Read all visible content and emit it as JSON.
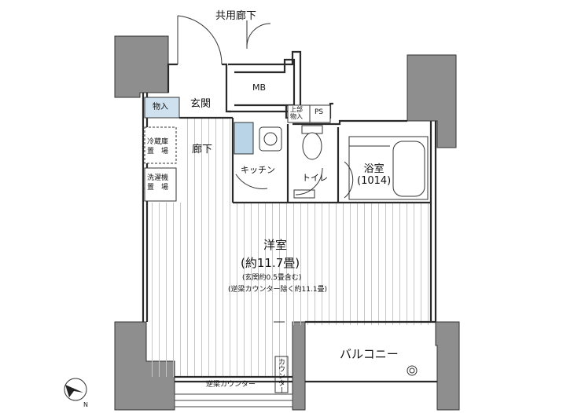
{
  "plan": {
    "labels": {
      "common_corridor": "共用廊下",
      "mb": "MB",
      "ps": "PS",
      "upper_storage": "上部\n物入",
      "storage": "物入",
      "entrance": "玄関",
      "fridge_space": "冷蔵庫\n置　場",
      "hallway": "廊下",
      "washer_space": "洗濯機\n置　場",
      "kitchen": "キッチン",
      "toilet": "トイレ",
      "bath": "浴室\n(1014)",
      "western_room": "洋室",
      "room_size": "(約11.7畳)",
      "note_1": "(玄関約0.5畳含む)",
      "note_2": "(逆梁カウンター除く約11.1畳)",
      "balcony": "バルコニー",
      "counter": "カウンター",
      "beam_counter": "逆梁カウンター"
    },
    "colors": {
      "wall": "#8a8a8a",
      "wall_dark": "#555555",
      "line": "#222222",
      "floor_stripe": "#bdbdbd",
      "fixture_blue": "#b9d4e6"
    },
    "icons": {
      "compass": "north-arrow-icon"
    }
  }
}
